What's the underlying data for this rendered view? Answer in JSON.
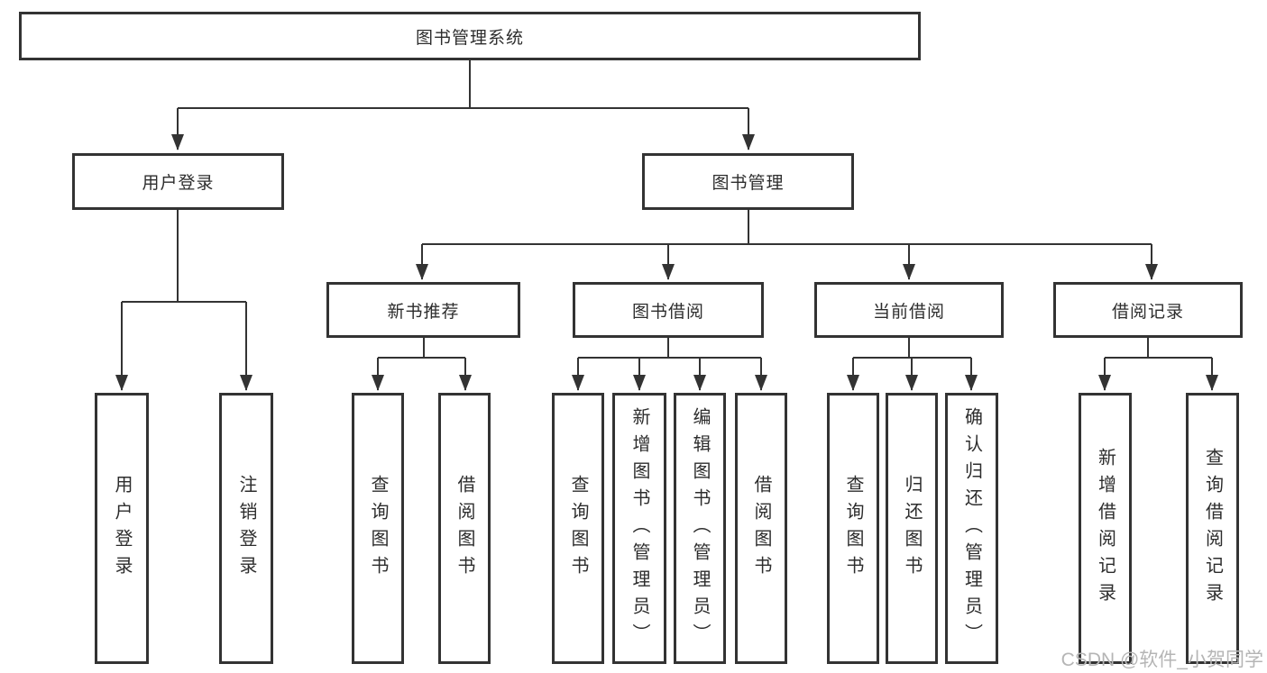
{
  "diagram": {
    "title": "图书管理系统",
    "level2": [
      {
        "key": "user_login",
        "label": "用户登录"
      },
      {
        "key": "book_management",
        "label": "图书管理"
      }
    ],
    "level3": [
      {
        "key": "new_book_recommend",
        "label": "新书推荐"
      },
      {
        "key": "book_borrow",
        "label": "图书借阅"
      },
      {
        "key": "current_borrow",
        "label": "当前借阅"
      },
      {
        "key": "borrow_records",
        "label": "借阅记录"
      }
    ],
    "leaves": {
      "user_login": [
        "用户登录",
        "注销登录"
      ],
      "new_book_recommend": [
        "查询图书",
        "借阅图书"
      ],
      "book_borrow": [
        "查询图书",
        "新增图书（管理员）",
        "编辑图书（管理员）",
        "借阅图书"
      ],
      "current_borrow": [
        "查询图书",
        "归还图书",
        "确认归还（管理员）"
      ],
      "borrow_records": [
        "新增借阅记录",
        "查询借阅记录"
      ]
    }
  },
  "watermark": "CSDN @软件_小贺同学",
  "colors": {
    "line": "#333333",
    "box_border": "#333333",
    "text": "#2d2d2d",
    "watermark": "#b5b5b5",
    "background": "#ffffff"
  }
}
